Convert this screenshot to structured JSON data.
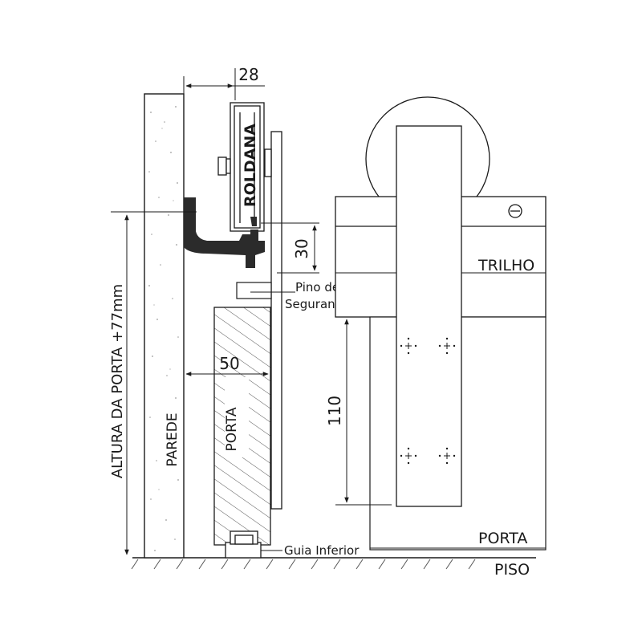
{
  "dimensions": {
    "rail_offset": "28",
    "rail_drop": "30",
    "door_thickness": "50",
    "bracket_height": "110"
  },
  "labels": {
    "roldana": "ROLDANA",
    "trilho": "TRILHO",
    "pino_line1": "Pino de",
    "pino_line2": "Segurança",
    "altura": "ALTURA DA PORTA +77mm",
    "parede": "PAREDE",
    "porta_side": "PORTA",
    "porta_front": "PORTA",
    "guia": "Guia Inferior",
    "piso": "PISO"
  },
  "colors": {
    "line": "#1a1a1a",
    "profile": "#2b2b2b",
    "wall_fill": "#ffffff"
  }
}
